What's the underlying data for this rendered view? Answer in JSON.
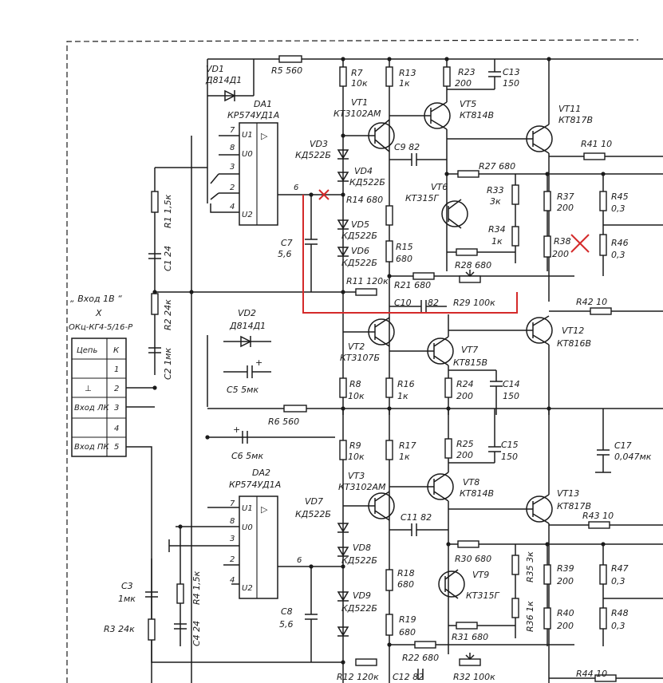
{
  "labels": {
    "VD1": "VD1",
    "VD1v": "Д814Д1",
    "R5": "R5 560",
    "DA1": "DA1",
    "DA1v": "КР574УД1А",
    "DA2": "DA2",
    "DA2v": "КР574УД1А",
    "R7": "R7",
    "R7v": "10к",
    "R13": "R13",
    "R13v": "1к",
    "R23": "R23",
    "R23v": "200",
    "C13": "C13",
    "C13v": "150",
    "VT1": "VT1",
    "VT1v": "КТ3102АМ",
    "VT5": "VT5",
    "VT5v": "КТ814В",
    "VT11": "VT11",
    "VT11v": "КТ817В",
    "VD3": "VD3",
    "VD3v": "КД522Б",
    "C9": "C9 82",
    "R41": "R41 10",
    "VD4": "VD4",
    "VD4v": "КД522Б",
    "R27": "R27 680",
    "VT6": "VT6",
    "VT6v": "КТ315Г",
    "R33": "R33",
    "R33v": "3к",
    "R37": "R37",
    "R37v": "200",
    "R45": "R45",
    "R45v": "0,3",
    "R14": "R14 680",
    "R34": "R34",
    "R34v": "1к",
    "VD5": "VD5",
    "VD5v": "КД522Б",
    "VD6": "VD6",
    "VD6v": "КД522Б",
    "R15": "R15",
    "R15v": "680",
    "R38": "R38",
    "R38v": "200",
    "R46": "R46",
    "R46v": "0,3",
    "R28": "R28 680",
    "C7": "C7",
    "C7v": "5,6",
    "R11": "R11 120к",
    "R21": "R21 680",
    "R29": "R29 100к",
    "C10": "C10",
    "C10v": "82",
    "R42": "R42 10",
    "R1": "R1 1,5к",
    "C1": "C1 24",
    "R2": "R2 24к",
    "C2": "C2 1мк",
    "input_title": "„ Вход 1В “",
    "X": "X",
    "conn": "ОКц-КГ4-5/16-Р",
    "VD2": "VD2",
    "VD2v": "Д814Д1",
    "C5": "C5 5мк",
    "VT2": "VT2",
    "VT2v": "КТ3107Б",
    "VT7": "VT7",
    "VT7v": "КТ815В",
    "VT12": "VT12",
    "VT12v": "КТ816В",
    "R8": "R8",
    "R8v": "10к",
    "R16": "R16",
    "R16v": "1к",
    "R24": "R24",
    "R24v": "200",
    "C14": "C14",
    "C14v": "150",
    "R6": "R6 560",
    "C6": "C6 5мк",
    "R9": "R9",
    "R9v": "10к",
    "R17": "R17",
    "R17v": "1к",
    "R25": "R25",
    "R25v": "200",
    "C15": "C15",
    "C15v": "150",
    "C17": "C17",
    "C17v": "0,047мк",
    "VT3": "VT3",
    "VT3v": "КТ3102АМ",
    "VT8": "VT8",
    "VT8v": "КТ814В",
    "VT13": "VT13",
    "VT13v": "КТ817В",
    "VD7": "VD7",
    "VD7v": "КД522Б",
    "C11": "C11 82",
    "R43": "R43 10",
    "VD8": "VD8",
    "VD8v": "КД522Б",
    "R30": "R30 680",
    "R35": "R35 3к",
    "R18": "R18",
    "R18v": "680",
    "VT9": "VT9",
    "VT9v": "КТ315Г",
    "R39": "R39",
    "R39v": "200",
    "R47": "R47",
    "R47v": "0,3",
    "VD9": "VD9",
    "VD9v": "КД522Б",
    "R36": "R36 1к",
    "R40": "R40",
    "R40v": "200",
    "R48": "R48",
    "R48v": "0,3",
    "C3": "C3",
    "C3v": "1мк",
    "R4": "R4 1,5к",
    "C4": "C4 24",
    "R3": "R3 24к",
    "C8": "C8",
    "C8v": "5,6",
    "R19": "R19",
    "R19v": "680",
    "R31": "R31 680",
    "R22": "R22 680",
    "R12": "R12 120к",
    "C12": "C12 82",
    "R32": "R32 100к",
    "R44": "R44 10"
  },
  "pins": {
    "p7": "7",
    "p8": "8",
    "p3": "3",
    "p2": "2",
    "p4": "4",
    "p6": "6",
    "u1": "U1",
    "u0": "U0",
    "u2": "U2",
    "tri": "▷"
  },
  "connector_table": {
    "header": [
      "Цепь",
      "К"
    ],
    "rows": [
      {
        "name": "",
        "pin": "1"
      },
      {
        "name": "⊥",
        "pin": "2"
      },
      {
        "name": "Вход ЛК",
        "pin": "3"
      },
      {
        "name": "",
        "pin": "4"
      },
      {
        "name": "Вход ПК",
        "pin": "5"
      }
    ]
  }
}
